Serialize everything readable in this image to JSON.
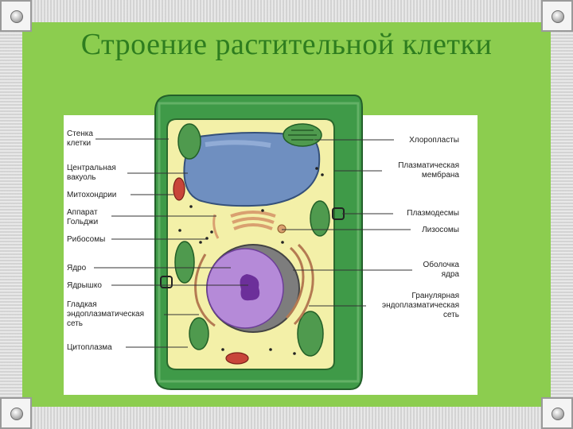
{
  "slide": {
    "title": "Строение растительной клетки"
  },
  "labels_left": [
    {
      "id": "cell-wall",
      "text": "Стенка\nклетки"
    },
    {
      "id": "central-vacuole",
      "text": "Центральная\nвакуоль"
    },
    {
      "id": "mitochondria",
      "text": "Митохондрии"
    },
    {
      "id": "golgi",
      "text": "Аппарат\nГольджи"
    },
    {
      "id": "ribosomes",
      "text": "Рибосомы"
    },
    {
      "id": "nucleus",
      "text": "Ядро"
    },
    {
      "id": "nucleolus",
      "text": "Ядрышко"
    },
    {
      "id": "smooth-er",
      "text": "Гладкая\nэндоплазматическая\nсеть"
    },
    {
      "id": "cytoplasm",
      "text": "Цитоплазма"
    }
  ],
  "labels_right": [
    {
      "id": "chloroplasts",
      "text": "Хлоропласты"
    },
    {
      "id": "plasma-membrane",
      "text": "Плазматическая\nмембрана"
    },
    {
      "id": "plasmodesmata",
      "text": "Плазмодесмы"
    },
    {
      "id": "lysosomes",
      "text": "Лизосомы"
    },
    {
      "id": "nuclear-envelope",
      "text": "Оболочка\nядра"
    },
    {
      "id": "rough-er",
      "text": "Гранулярная\nэндоплазматическая\nсеть"
    }
  ],
  "colors": {
    "background": "#8ccd4f",
    "title": "#2e7d1f",
    "cell_wall": "#3f9a48",
    "cytoplasm": "#f3f0a8",
    "vacuole": "#6f8fc0",
    "nucleus": "#b58ad8",
    "chloroplast": "#4f9a4e"
  }
}
